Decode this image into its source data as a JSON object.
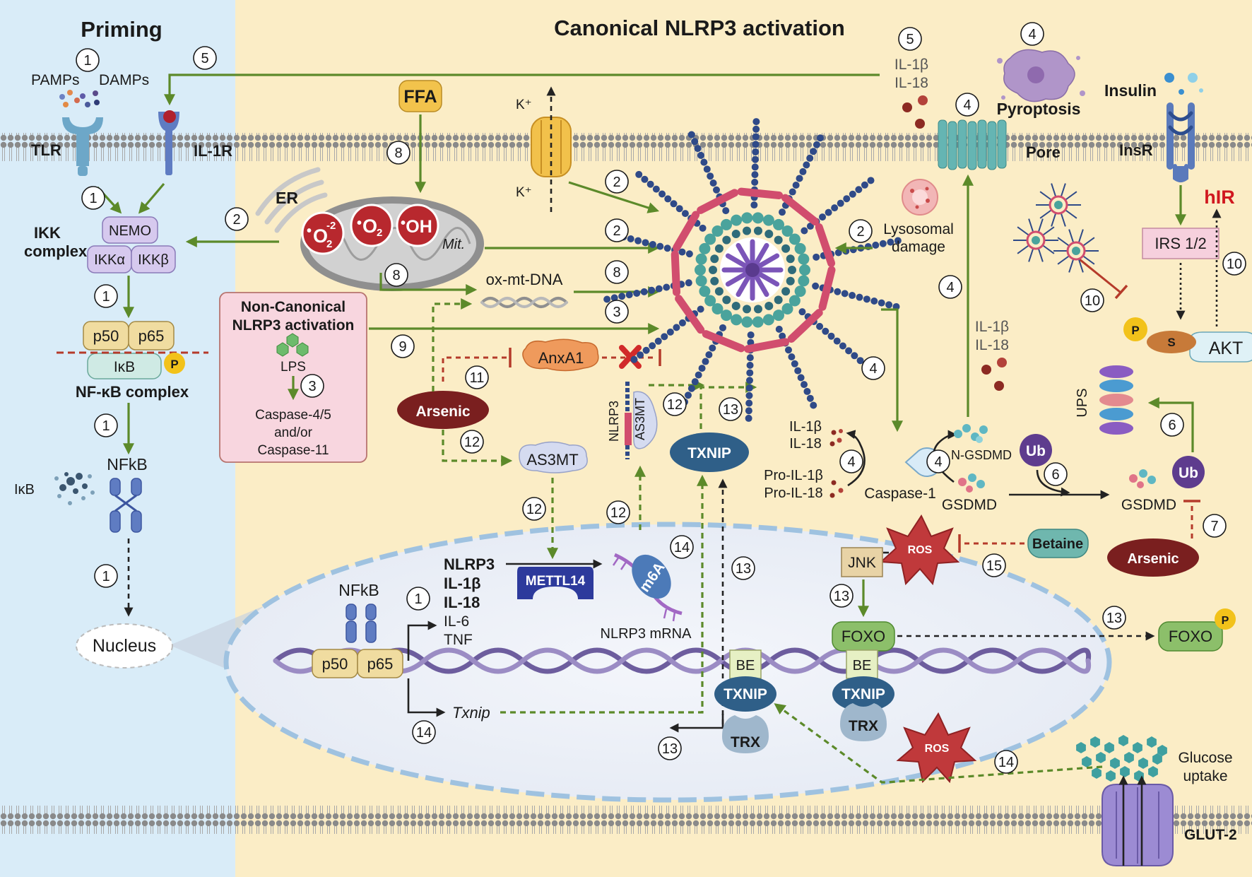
{
  "titles": {
    "priming": "Priming",
    "canonical": "Canonical NLRP3 activation"
  },
  "priming": {
    "pamps": "PAMPs",
    "damps": "DAMPs",
    "tlr": "TLR",
    "il1r": "IL-1R",
    "ikk_line1": "IKK",
    "ikk_line2": "complex",
    "nemo": "NEMO",
    "ikka": "IKKα",
    "ikkb": "IKKβ",
    "p50": "p50",
    "p65": "p65",
    "ikb": "IκB",
    "p": "P",
    "nfkb_complex": "NF-κB complex",
    "ikb_free": "IκB",
    "nfkb": "NFkB",
    "nucleus": "Nucleus"
  },
  "cyto": {
    "ffa": "FFA",
    "k_out": "K⁺",
    "k_in": "K⁺",
    "er": "ER",
    "ros1_main": "O",
    "ros1_sub": "2",
    "ros1_sup": "-2",
    "ros1_dot": "•",
    "ros2_main": "O",
    "ros2_sub": "2",
    "ros2_dot": "•",
    "ros3": "OH",
    "ros3_dot": "•",
    "mit": "Mit.",
    "oxmtdna": "ox-mt-DNA",
    "noncan_line1": "Non-Canonical",
    "noncan_line2": "NLRP3 activation",
    "lps": "LPS",
    "caspase_line1": "Caspase-4/5",
    "caspase_line2": "and/or",
    "caspase_line3": "Caspase-11",
    "anxa1": "AnxA1",
    "arsenic": "Arsenic",
    "as3mt": "AS3MT",
    "nlrp3_v": "NLRP3",
    "as3mt_v": "AS3MT",
    "txnip": "TXNIP",
    "lyso_line1": "Lysosomal",
    "lyso_line2": "damage",
    "il1b_top": "IL-1β",
    "il18_top": "IL-18",
    "pyroptosis": "Pyroptosis",
    "pore": "Pore",
    "il1b_mid": "IL-1β",
    "il18_mid": "IL-18",
    "il1b_left": "IL-1β",
    "il18_left": "IL-18",
    "proil1b": "Pro-IL-1β",
    "proil18": "Pro-IL-18",
    "caspase1": "Caspase-1",
    "ngsdmd": "N-GSDMD",
    "gsdmd": "GSDMD",
    "ub": "Ub",
    "gsdmd2": "GSDMD",
    "ub2": "Ub",
    "ups": "UPS",
    "ros": "ROS",
    "betaine": "Betaine",
    "arsenic2": "Arsenic",
    "jnk": "JNK",
    "foxo": "FOXO",
    "foxo2": "FOXO",
    "p": "P",
    "insulin": "Insulin",
    "insr": "InsR",
    "hir": "hIR",
    "irs": "IRS 1/2",
    "akt": "AKT",
    "s": "S",
    "p_akt": "P",
    "glucose_line1": "Glucose",
    "glucose_line2": "uptake",
    "glut2": "GLUT-2",
    "ros2": "ROS"
  },
  "nucleus": {
    "nfkb": "NFkB",
    "p50": "p50",
    "p65": "p65",
    "genes": [
      "NLRP3",
      "IL-1β",
      "IL-18",
      "IL-6",
      "TNF"
    ],
    "txnip_gene": "Txnip",
    "mettl14": "METTL14",
    "m6a": "m6A",
    "nlrp3_mrna": "NLRP3 mRNA",
    "be1": "BE",
    "be2": "BE",
    "txnip1": "TXNIP",
    "txnip2": "TXNIP",
    "trx1": "TRX",
    "trx2": "TRX"
  },
  "colors": {
    "priming_bg": "#d9ecf8",
    "canonical_bg": "#fbedc6",
    "arrow_green": "#5c8a2a",
    "inhibit_red": "#b53a2a",
    "ros_red": "#c0393b",
    "arsenic": "#7a1f1f",
    "hir": "#d0181f"
  }
}
